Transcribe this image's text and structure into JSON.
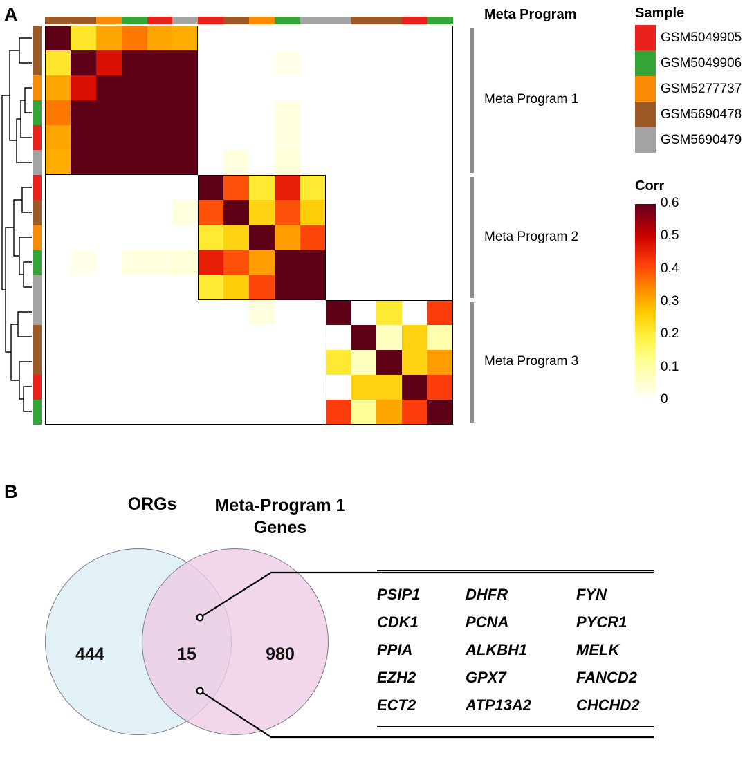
{
  "panels": {
    "a_letter": "A",
    "b_letter": "B"
  },
  "panelA": {
    "meta_program_title": "Meta Program",
    "meta_programs": [
      {
        "label": "Meta Program 1",
        "rows": [
          1,
          6
        ]
      },
      {
        "label": "Meta Program 2",
        "rows": [
          7,
          11
        ]
      },
      {
        "label": "Meta Program 3",
        "rows": [
          12,
          16
        ]
      }
    ],
    "sample_legend": {
      "title": "Sample",
      "items": [
        {
          "label": "GSM5049905",
          "color": "#e8231f"
        },
        {
          "label": "GSM5049906",
          "color": "#35a539"
        },
        {
          "label": "GSM5277737",
          "color": "#fa8c05"
        },
        {
          "label": "GSM5690478",
          "color": "#9c5a27"
        },
        {
          "label": "GSM5690479",
          "color": "#a3a3a3"
        }
      ]
    },
    "corr_legend": {
      "title": "Corr",
      "ticks": [
        "0.6",
        "0.5",
        "0.4",
        "0.3",
        "0.2",
        "0.1",
        "0"
      ],
      "min": 0,
      "max": 0.6,
      "low_color": "#ffffe0",
      "mid_color": "#ffdd00",
      "high_color": "#5e0016"
    }
  },
  "chart_data": {
    "type": "heatmap",
    "title": "Meta program correlation heatmap",
    "n_rows": 16,
    "n_cols": 16,
    "value_label": "Corr",
    "zlim": [
      0,
      0.6
    ],
    "grid": false,
    "legend_position": "right",
    "row_annotation_label": "Sample",
    "col_annotation_label": "Sample",
    "col_annotation_samples": [
      "GSM5690478",
      "GSM5690478",
      "GSM5277737",
      "GSM5049906",
      "GSM5049905",
      "GSM5690479",
      "GSM5049905",
      "GSM5690478",
      "GSM5277737",
      "GSM5049906",
      "GSM5690479",
      "GSM5690479",
      "GSM5690478",
      "GSM5690478",
      "GSM5049905",
      "GSM5049906"
    ],
    "row_annotation_samples": [
      "GSM5690478",
      "GSM5690478",
      "GSM5277737",
      "GSM5049906",
      "GSM5049905",
      "GSM5690479",
      "GSM5049905",
      "GSM5690478",
      "GSM5277737",
      "GSM5049906",
      "GSM5690479",
      "GSM5690479",
      "GSM5690478",
      "GSM5690478",
      "GSM5049905",
      "GSM5049906"
    ],
    "annotation_colors": {
      "GSM5049905": "#e8231f",
      "GSM5049906": "#35a539",
      "GSM5277737": "#fa8c05",
      "GSM5690478": "#9c5a27",
      "GSM5690479": "#a3a3a3"
    },
    "blocks": [
      {
        "name": "Meta Program 1",
        "start": 1,
        "end": 6
      },
      {
        "name": "Meta Program 2",
        "start": 7,
        "end": 11
      },
      {
        "name": "Meta Program 3",
        "start": 12,
        "end": 16
      }
    ],
    "values": [
      [
        0.6,
        0.22,
        0.31,
        0.36,
        0.31,
        0.3,
        0,
        0,
        0,
        0,
        0,
        0,
        0,
        0,
        0,
        0
      ],
      [
        0.22,
        0.6,
        0.48,
        0.6,
        0.6,
        0.6,
        0,
        0,
        0,
        0.02,
        0,
        0,
        0,
        0,
        0,
        0
      ],
      [
        0.31,
        0.48,
        0.6,
        0.6,
        0.6,
        0.6,
        0,
        0,
        0,
        0,
        0,
        0,
        0,
        0,
        0,
        0
      ],
      [
        0.36,
        0.6,
        0.6,
        0.6,
        0.6,
        0.6,
        0,
        0,
        0,
        0.03,
        0,
        0,
        0,
        0,
        0,
        0
      ],
      [
        0.31,
        0.6,
        0.6,
        0.6,
        0.6,
        0.6,
        0,
        0,
        0,
        0.03,
        0,
        0,
        0,
        0,
        0,
        0
      ],
      [
        0.3,
        0.6,
        0.6,
        0.6,
        0.6,
        0.6,
        0,
        0.03,
        0,
        0.04,
        0,
        0,
        0,
        0,
        0,
        0
      ],
      [
        0,
        0,
        0,
        0,
        0,
        0,
        0.6,
        0.4,
        0.21,
        0.46,
        0.21,
        0,
        0,
        0,
        0,
        0
      ],
      [
        0,
        0,
        0,
        0,
        0,
        0.03,
        0.4,
        0.6,
        0.25,
        0.4,
        0.26,
        0,
        0,
        0,
        0,
        0
      ],
      [
        0,
        0,
        0,
        0,
        0,
        0,
        0.21,
        0.25,
        0.6,
        0.32,
        0.41,
        0,
        0,
        0,
        0,
        0
      ],
      [
        0,
        0.02,
        0,
        0.03,
        0.03,
        0.04,
        0.46,
        0.4,
        0.32,
        0.6,
        0.6,
        0,
        0,
        0,
        0,
        0
      ],
      [
        0,
        0,
        0,
        0,
        0,
        0,
        0.21,
        0.26,
        0.41,
        0.6,
        0.6,
        0,
        0,
        0,
        0,
        0
      ],
      [
        0,
        0,
        0,
        0,
        0,
        0,
        0,
        0,
        0.03,
        0,
        0,
        0.6,
        0.0,
        0.21,
        0.0,
        0.42
      ],
      [
        0,
        0,
        0,
        0,
        0,
        0,
        0,
        0,
        0,
        0,
        0,
        0.0,
        0.6,
        0.07,
        0.25,
        0.09
      ],
      [
        0,
        0,
        0,
        0,
        0,
        0,
        0,
        0,
        0,
        0,
        0,
        0.21,
        0.07,
        0.6,
        0.25,
        0.32
      ],
      [
        0,
        0,
        0,
        0,
        0,
        0,
        0,
        0,
        0,
        0,
        0,
        0.0,
        0.25,
        0.25,
        0.6,
        0.42
      ],
      [
        0,
        0,
        0,
        0,
        0,
        0,
        0,
        0,
        0,
        0,
        0,
        0.42,
        0.12,
        0.31,
        0.42,
        0.6
      ]
    ]
  },
  "panelB": {
    "venn": {
      "left_title": "ORGs",
      "right_title_line1": "Meta-Program 1",
      "right_title_line2": "Genes",
      "left_only": "444",
      "intersection": "15",
      "right_only": "980",
      "left_color": "#ddeef4",
      "right_color": "#eecde4"
    },
    "gene_table": {
      "rows": [
        [
          "PSIP1",
          "DHFR",
          "FYN"
        ],
        [
          "CDK1",
          "PCNA",
          "PYCR1"
        ],
        [
          "PPIA",
          "ALKBH1",
          "MELK"
        ],
        [
          "EZH2",
          "GPX7",
          "FANCD2"
        ],
        [
          "ECT2",
          "ATP13A2",
          "CHCHD2"
        ]
      ]
    }
  }
}
